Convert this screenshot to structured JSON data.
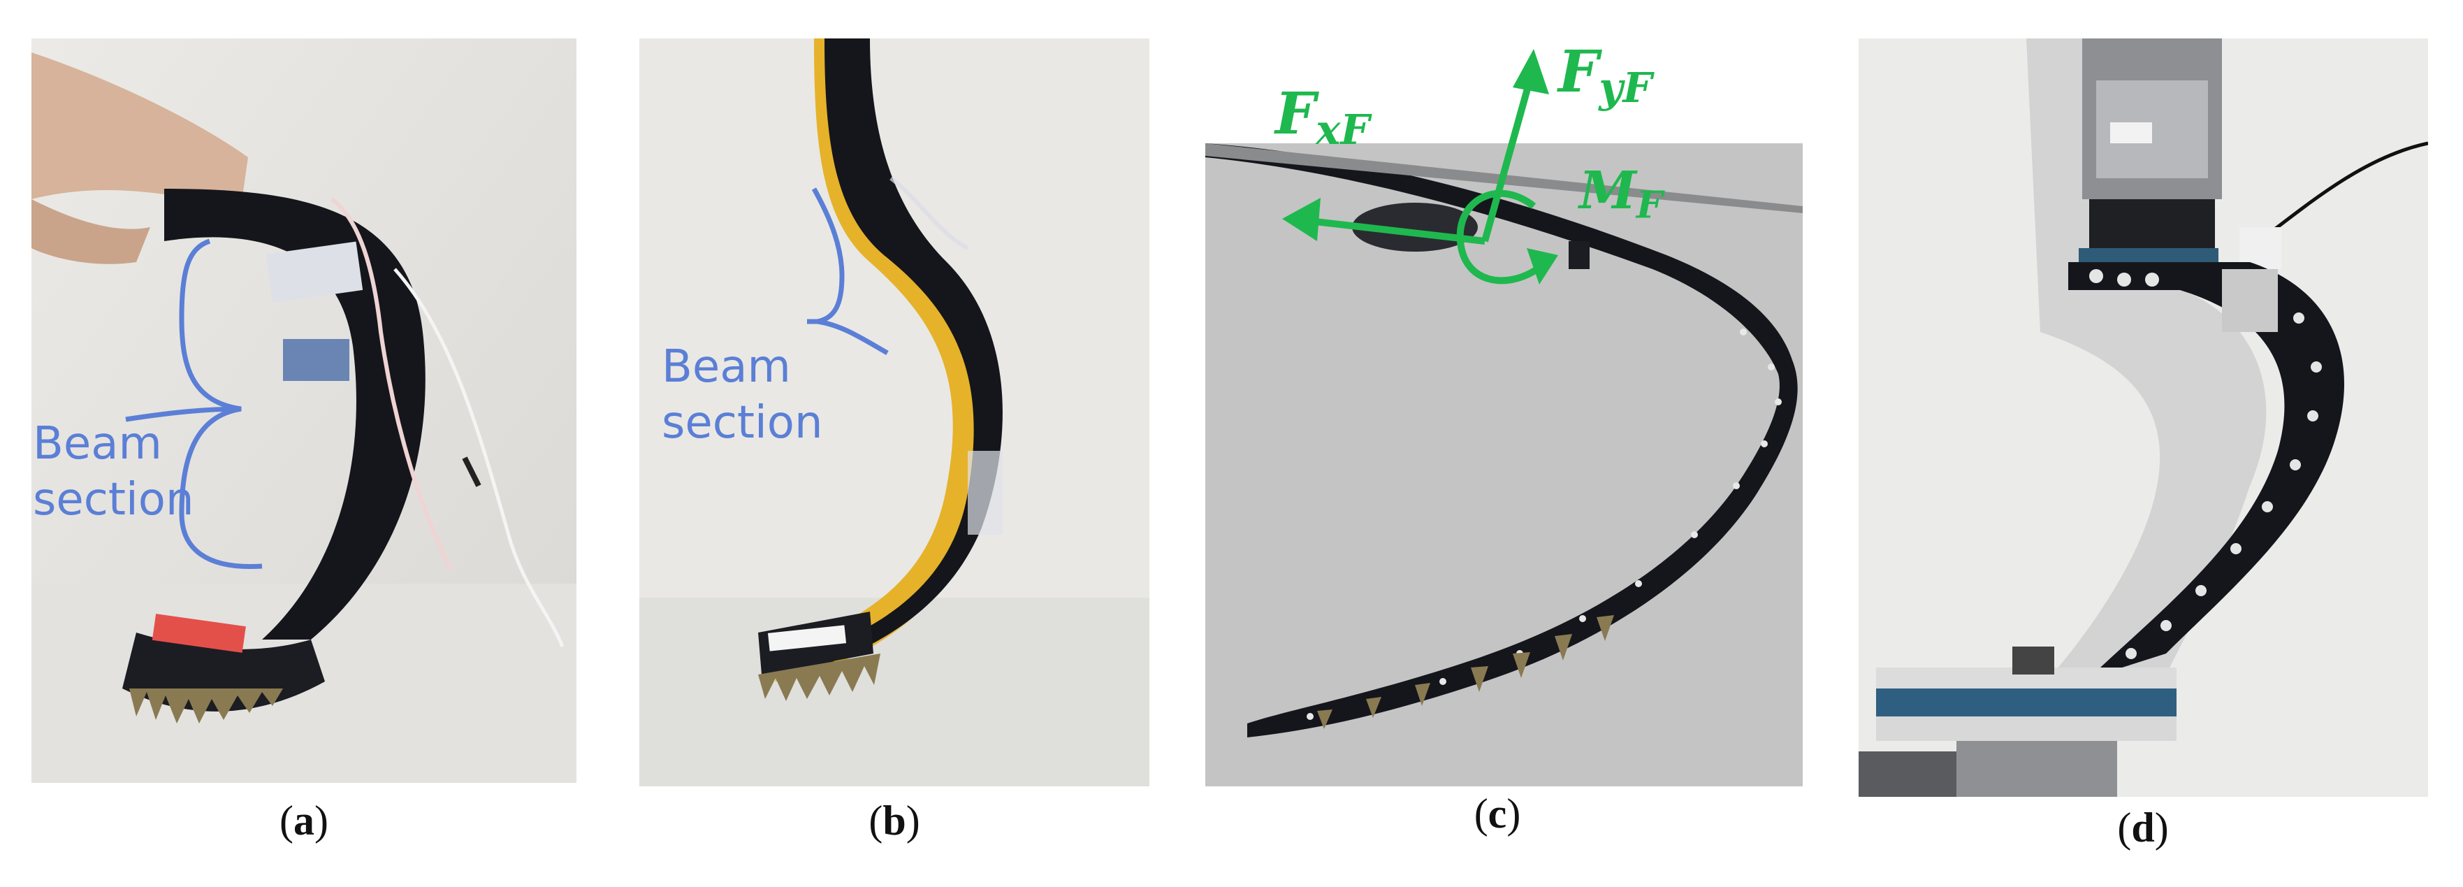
{
  "panels": [
    {
      "id": "a",
      "caption_open": "(",
      "caption_letter": "a",
      "caption_close": ")",
      "annotation_line1": "Beam",
      "annotation_line2": "section"
    },
    {
      "id": "b",
      "caption_open": "(",
      "caption_letter": "b",
      "caption_close": ")",
      "annotation_line1": "Beam",
      "annotation_line2": "section"
    },
    {
      "id": "c",
      "caption_open": "(",
      "caption_letter": "c",
      "caption_close": ")",
      "force_x": {
        "base": "F",
        "sub": "xF"
      },
      "force_y": {
        "base": "F",
        "sub": "yF"
      },
      "moment": {
        "base": "M",
        "sub": "F"
      }
    },
    {
      "id": "d",
      "caption_open": "(",
      "caption_letter": "d",
      "caption_close": ")"
    }
  ],
  "colors": {
    "annotation": "#5b7fd6",
    "force": "#1fb84f",
    "blade": "#15161c",
    "yellow_edge": "#e5b22a"
  }
}
